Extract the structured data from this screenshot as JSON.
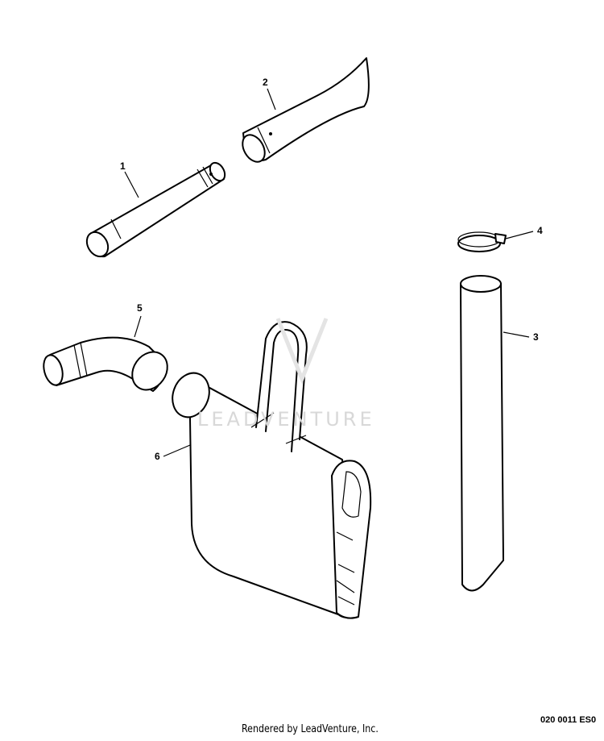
{
  "diagram": {
    "watermark": "LEADVENTURE",
    "callouts": [
      {
        "id": "1",
        "part": "blower-tube"
      },
      {
        "id": "2",
        "part": "nozzle"
      },
      {
        "id": "3",
        "part": "long-tube"
      },
      {
        "id": "4",
        "part": "hose-clamp"
      },
      {
        "id": "5",
        "part": "elbow"
      },
      {
        "id": "6",
        "part": "collection-bag"
      }
    ]
  },
  "footer": {
    "credit": "Rendered by LeadVenture, Inc.",
    "drawing_code": "020 0011 ES0"
  }
}
